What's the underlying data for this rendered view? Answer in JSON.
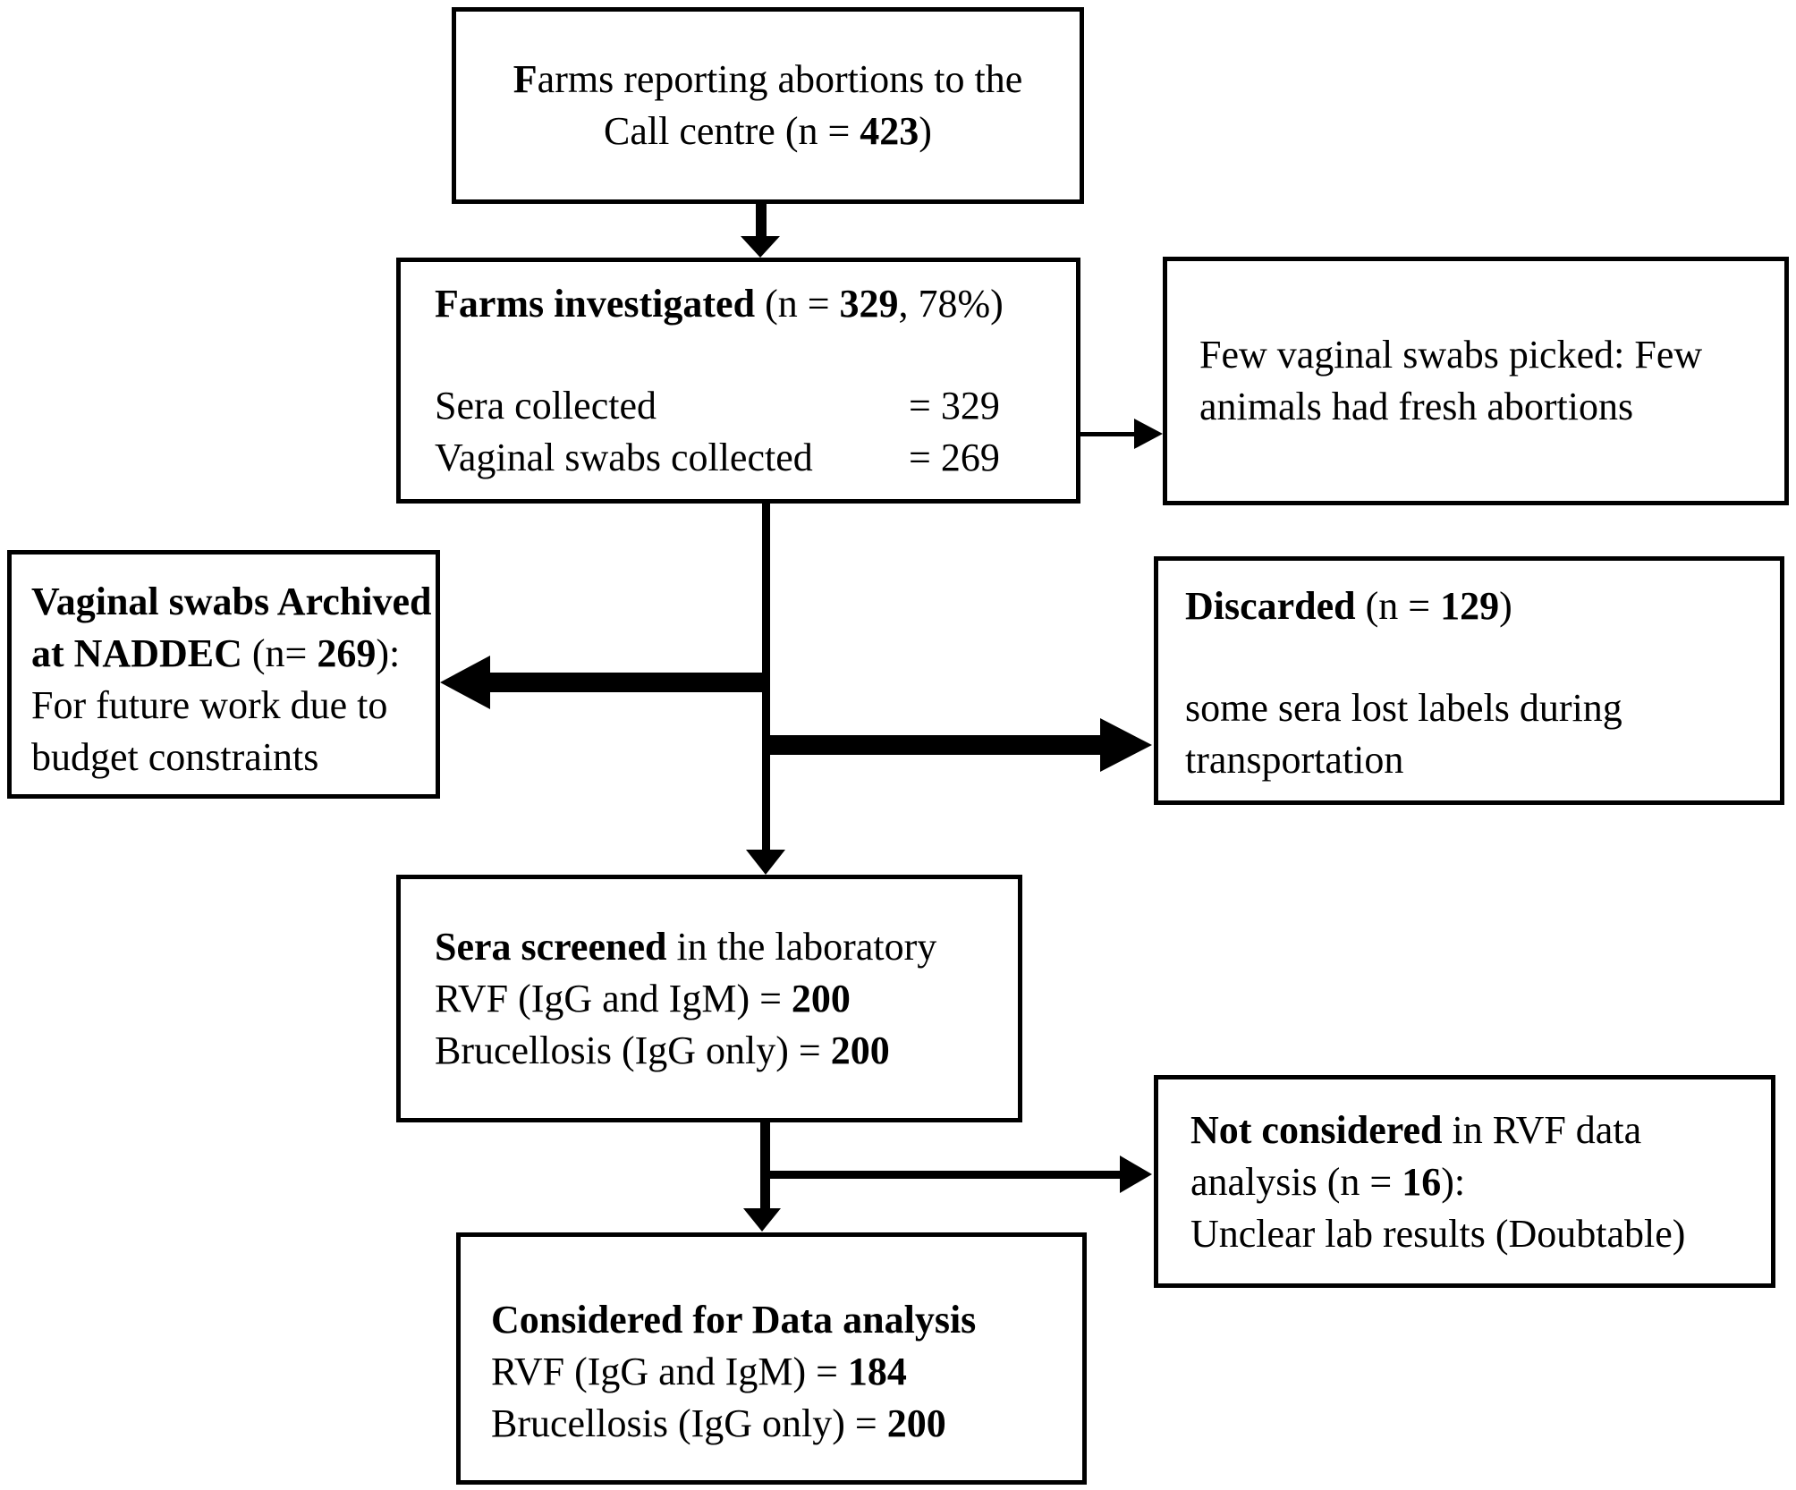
{
  "colors": {
    "ink": "#000000",
    "background": "#ffffff"
  },
  "boxes": {
    "farms_reporting": {
      "lines": [
        [
          {
            "t": "F",
            "b": true
          },
          {
            "t": "arms reporting abortions to the",
            "b": false
          }
        ],
        [
          {
            "t": "Call centre (n = ",
            "b": false
          },
          {
            "t": "423",
            "b": true
          },
          {
            "t": ")",
            "b": false
          }
        ]
      ]
    },
    "farms_investigated": {
      "title": [
        {
          "t": "Farms investigated",
          "b": true
        },
        {
          "t": " (n = ",
          "b": false
        },
        {
          "t": "329",
          "b": true
        },
        {
          "t": ", 78%)",
          "b": false
        }
      ],
      "stats": [
        {
          "label": "Sera collected",
          "value": "= 329"
        },
        {
          "label": "Vaginal swabs collected",
          "value": "= 269"
        }
      ]
    },
    "few_swabs": {
      "lines": [
        "Few vaginal swabs picked: Few",
        "animals had fresh abortions"
      ]
    },
    "archived": {
      "lines": [
        [
          {
            "t": "Vaginal swabs Archived",
            "b": true
          }
        ],
        [
          {
            "t": "at NADDEC",
            "b": true
          },
          {
            "t": " (n= ",
            "b": false
          },
          {
            "t": "269",
            "b": true
          },
          {
            "t": "):",
            "b": false
          }
        ],
        [
          {
            "t": "For future work due to",
            "b": false
          }
        ],
        [
          {
            "t": "budget constraints",
            "b": false
          }
        ]
      ]
    },
    "discarded": {
      "title": [
        {
          "t": "Discarded",
          "b": true
        },
        {
          "t": " (n = ",
          "b": false
        },
        {
          "t": "129",
          "b": true
        },
        {
          "t": ")",
          "b": false
        }
      ],
      "note_lines": [
        "some sera lost labels during",
        "transportation"
      ]
    },
    "sera_screened": {
      "lines": [
        [
          {
            "t": "Sera screened",
            "b": true
          },
          {
            "t": " in the laboratory",
            "b": false
          }
        ],
        [
          {
            "t": "RVF (IgG and IgM) = ",
            "b": false
          },
          {
            "t": "200",
            "b": true
          }
        ],
        [
          {
            "t": "Brucellosis (IgG only) = ",
            "b": false
          },
          {
            "t": "200",
            "b": true
          }
        ]
      ]
    },
    "not_considered": {
      "lines": [
        [
          {
            "t": "Not considered",
            "b": true
          },
          {
            "t": " in RVF data",
            "b": false
          }
        ],
        [
          {
            "t": "analysis (n = ",
            "b": false
          },
          {
            "t": "16",
            "b": true
          },
          {
            "t": "):",
            "b": false
          }
        ],
        [
          {
            "t": "Unclear lab results (Doubtable)",
            "b": false
          }
        ]
      ]
    },
    "considered": {
      "lines": [
        [
          {
            "t": "Considered for Data analysis",
            "b": true
          }
        ],
        [
          {
            "t": "RVF (IgG and IgM) = ",
            "b": false
          },
          {
            "t": "184",
            "b": true
          }
        ],
        [
          {
            "t": "Brucellosis (IgG only) = ",
            "b": false
          },
          {
            "t": "200",
            "b": true
          }
        ]
      ]
    }
  }
}
